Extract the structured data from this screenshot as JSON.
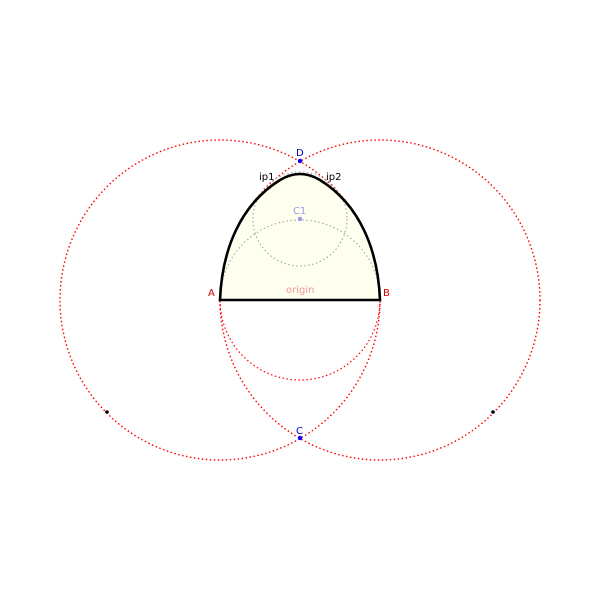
{
  "colors": {
    "construction": "#ff0000",
    "helper": "#aaaaaa",
    "outline": "#000000",
    "fill": "#fffff0",
    "point_label_red": "#cc0000",
    "point_label_blue": "#0000cc",
    "center_label": "#9999ee",
    "origin_label": "#ee9999"
  },
  "labels": {
    "A": "A",
    "B": "B",
    "C": "C",
    "D": "D",
    "C1": "C1",
    "ip1": "ip1",
    "ip2": "ip2",
    "origin": "origin"
  }
}
